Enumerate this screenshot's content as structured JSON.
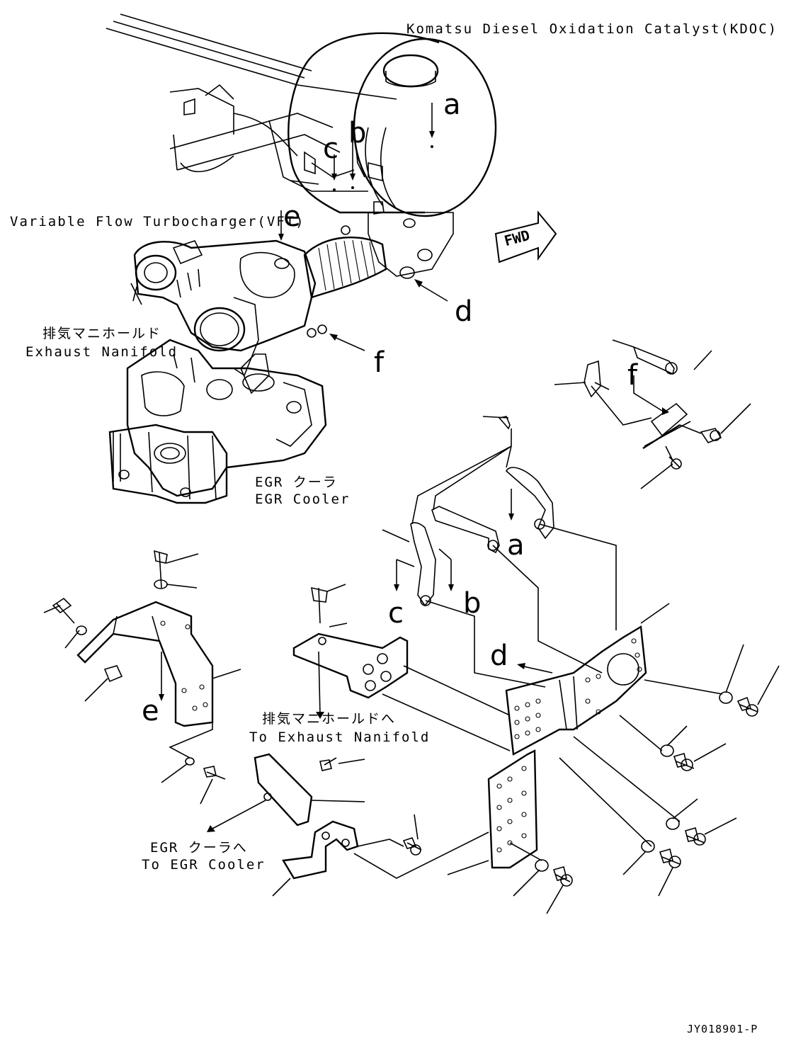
{
  "captions": {
    "kdoc": "Komatsu Diesel Oxidation Catalyst(KDOC)",
    "vft": "Variable Flow Turbocharger(VFT)",
    "exhaust_jp": "排気マニホールド",
    "exhaust_en": "Exhaust Nanifold",
    "egr_jp": "EGR クーラ",
    "egr_en": "EGR Cooler",
    "to_exhaust_jp": "排気マニホールドへ",
    "to_exhaust_en": "To Exhaust Nanifold",
    "to_egr_jp": "EGR クーラへ",
    "to_egr_en": "To EGR Cooler"
  },
  "fwd_label": "FWD",
  "part_code": "JY018901-P",
  "refs": {
    "a": "a",
    "b": "b",
    "c": "c",
    "d": "d",
    "e": "e",
    "f": "f"
  },
  "colors": {
    "line": "#000000",
    "background": "#ffffff"
  }
}
